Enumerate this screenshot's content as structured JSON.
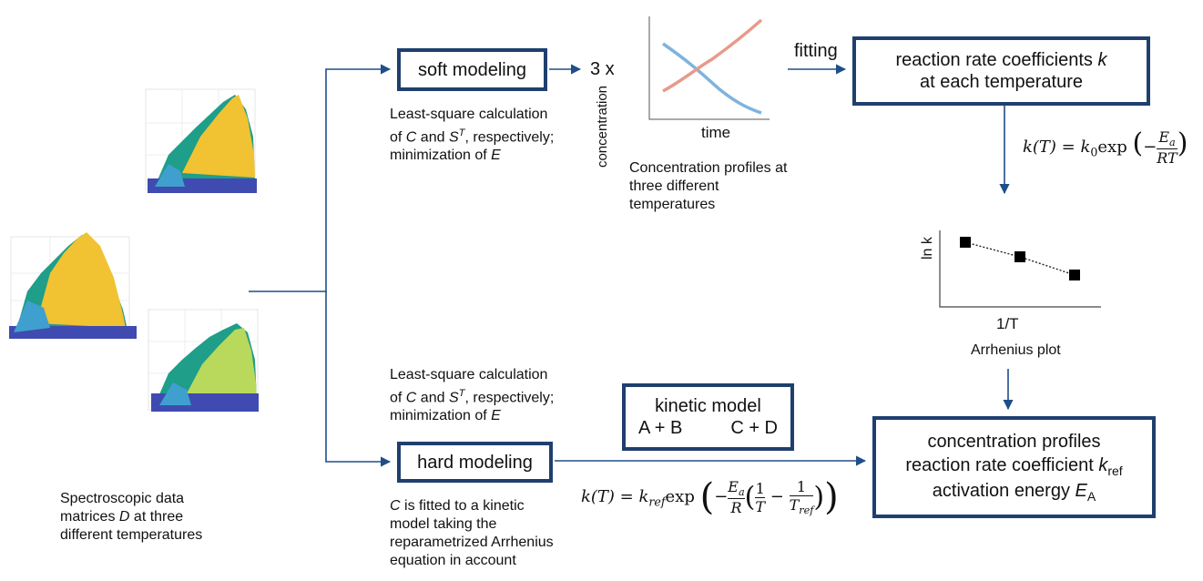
{
  "soft": {
    "label": "soft modeling",
    "multiplier": "3 x",
    "note": [
      "Least-square calculation",
      "of ",
      "C",
      " and ",
      "S",
      "T",
      ", respectively;",
      "minimization of ",
      "E"
    ]
  },
  "conc_plot": {
    "ylabel": "concentration",
    "xlabel": "time",
    "caption": [
      "Concentration profiles at",
      "three different",
      "temperatures"
    ],
    "colors": {
      "decreasing": "#7fb3de",
      "increasing": "#e89a8a"
    }
  },
  "fitting_label": "fitting",
  "rate_box": {
    "line1": "reaction rate coefficients ",
    "k_symbol": "k",
    "line2": "at each temperature"
  },
  "arrhenius_eq": "k(T) = k₀exp(−Eₐ/RT)",
  "arrhenius_plot": {
    "ylabel": "ln k",
    "xlabel": "1/T",
    "caption": "Arrhenius plot",
    "chart_data": {
      "type": "scatter",
      "x": [
        1,
        2,
        3
      ],
      "y": [
        3,
        2.2,
        1.2
      ],
      "xlabel": "1/T",
      "ylabel": "ln k",
      "grid": false
    }
  },
  "spectro_caption": [
    "Spectroscopic data",
    "matrices ",
    "D",
    " at three",
    "different temperatures"
  ],
  "hard": {
    "label": "hard modeling",
    "note_top": [
      "Least-square calculation",
      "of ",
      "C",
      " and ",
      "S",
      "T",
      ", respectively;",
      "minimization of ",
      "E"
    ],
    "note_bottom": [
      "C",
      " is fitted to a kinetic",
      "model taking the",
      "reparametrized Arrhenius",
      "equation in account"
    ]
  },
  "kinetic_box": {
    "title": "kinetic model",
    "reaction_left": "A + B",
    "reaction_right": "C + D"
  },
  "reparam_eq": "k(T) = k_ref exp(−Eₐ/R (1/T − 1/T_ref))",
  "result_box": {
    "line1": "concentration profiles",
    "line2": "reaction rate coefficient ",
    "k_sym": "k",
    "k_sub": "ref",
    "line3": "activation energy ",
    "e_sym": "E",
    "e_sub": "A"
  },
  "colors": {
    "arrow": "#1f4e89",
    "box_border": "#1f3f6e",
    "marker": "#000000"
  }
}
